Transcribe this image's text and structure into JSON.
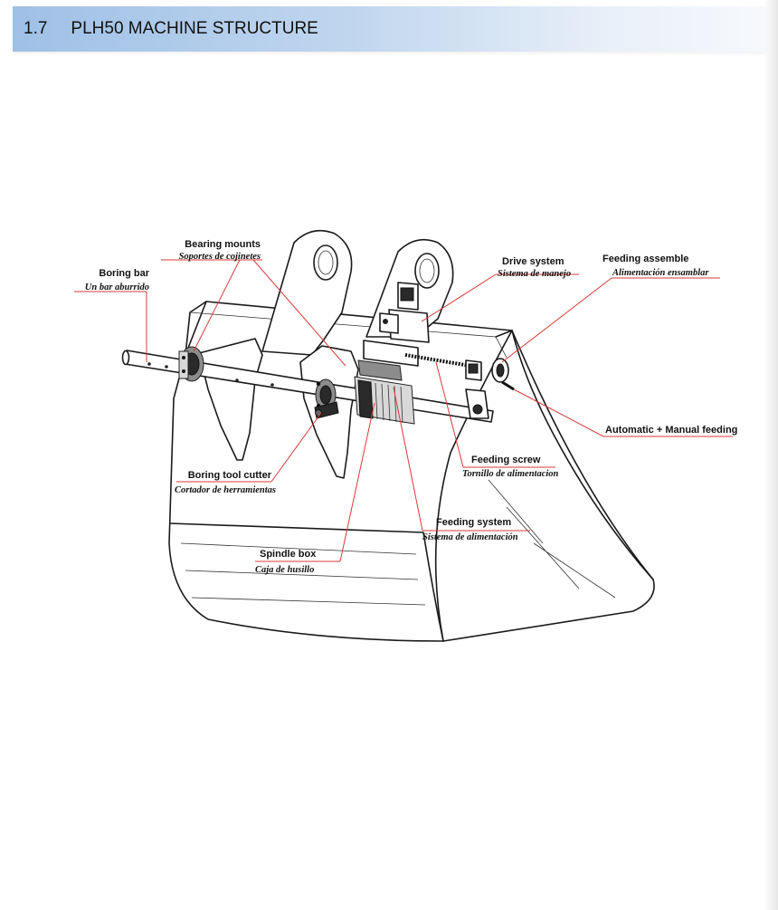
{
  "header": {
    "section_number": "1.7",
    "section_title": "PLH50 MACHINE STRUCTURE"
  },
  "labels": {
    "boring_bar": {
      "en": "Boring bar",
      "es": "Un bar aburrido"
    },
    "bearing_mounts": {
      "en": "Bearing mounts",
      "es": "Soportes de cojinetes"
    },
    "drive_system": {
      "en": "Drive system",
      "es": "Sistema de manejo"
    },
    "feeding_assemble": {
      "en": "Feeding assemble",
      "es": "Alimentación ensamblar"
    },
    "automatic_manual_feeding": {
      "en": "Automatic + Manual feeding"
    },
    "feeding_screw": {
      "en": "Feeding screw",
      "es": "Tornillo de alimentacion"
    },
    "boring_tool_cutter": {
      "en": "Boring tool cutter",
      "es": "Cortador de herramientas"
    },
    "feeding_system": {
      "en": "Feeding system",
      "es": "Sistema de alimentación"
    },
    "spindle_box": {
      "en": "Spindle box",
      "es": "Caja de husillo"
    }
  },
  "colors": {
    "header_gradient_start": "#9fc0e6",
    "header_gradient_end": "#f7f9fc",
    "leader_line": "#d93a3a"
  }
}
